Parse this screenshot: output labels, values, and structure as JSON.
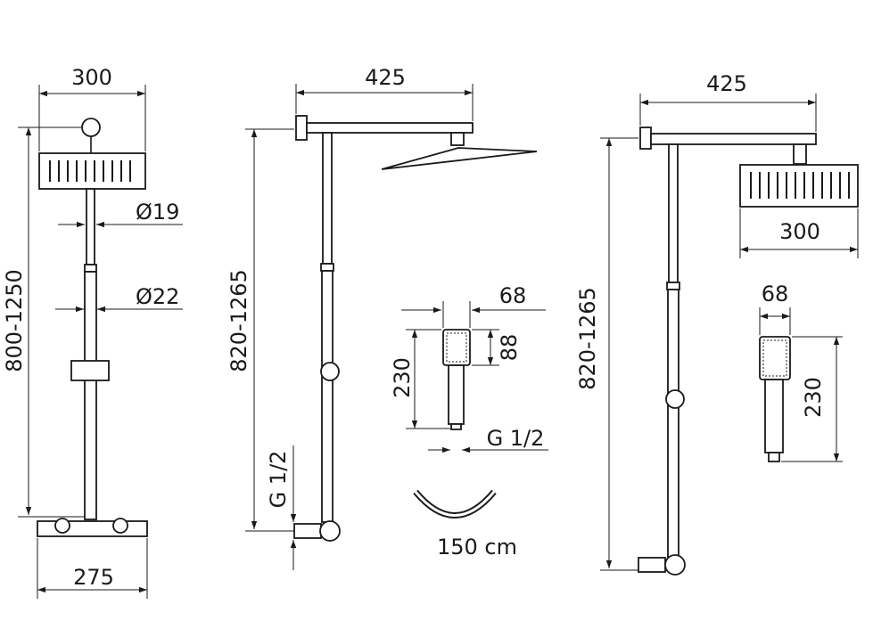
{
  "view_front": {
    "width_head": "300",
    "diameter_upper": "Ø19",
    "diameter_lower": "Ø22",
    "height_range": "800-1250",
    "width_thermostat": "275"
  },
  "view_side": {
    "arm_length": "425",
    "height_range": "820-1265",
    "connection": "G 1/2"
  },
  "hand_shower": {
    "width": "68",
    "head_height": "88",
    "length": "230",
    "connection": "G 1/2",
    "hose_length": "150 cm"
  },
  "view_perspective": {
    "arm_length": "425",
    "width_head": "300",
    "height_range": "820-1265",
    "hand_width": "68",
    "hand_length": "230"
  }
}
